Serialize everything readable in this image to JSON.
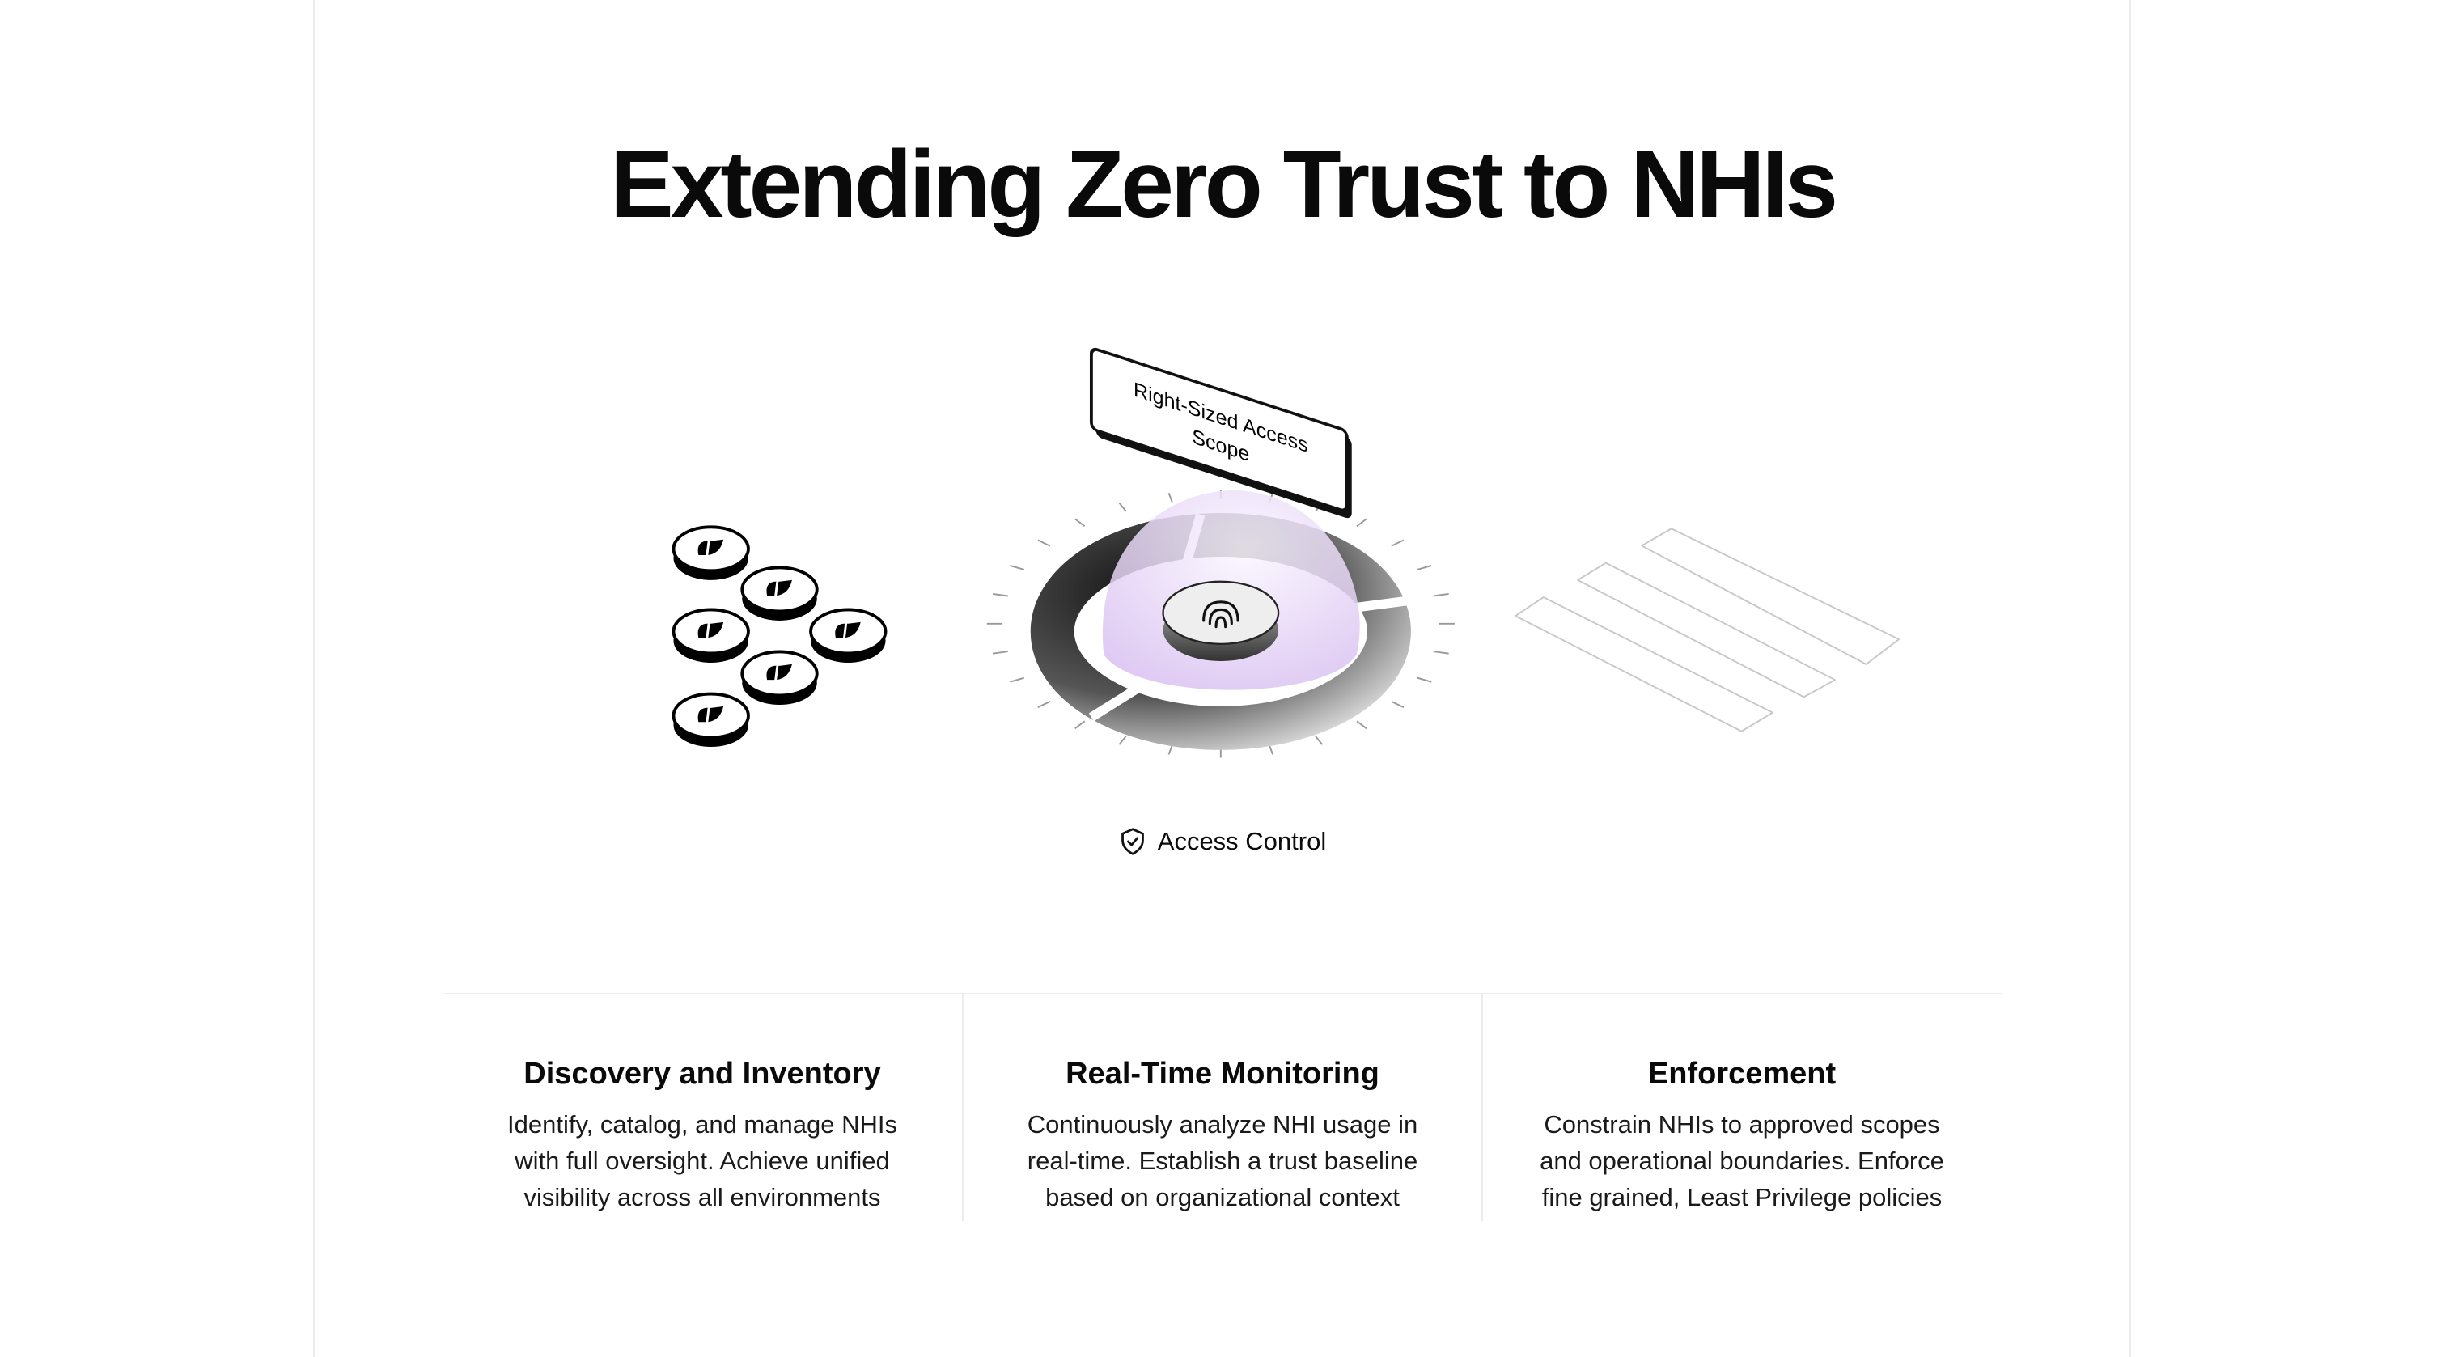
{
  "header": {
    "title": "Extending Zero Trust to NHIs"
  },
  "illustration": {
    "label_line1": "Right-Sized Access",
    "label_line2": "Scope",
    "badge_icon": "shield-check-icon",
    "badge_label": "Access Control",
    "accent_color": "#d9c2f0"
  },
  "features": [
    {
      "title": "Discovery and Inventory",
      "lines": [
        "Identify, catalog, and manage NHIs",
        "with full oversight. Achieve unified",
        "visibility across all environments"
      ]
    },
    {
      "title": "Real-Time Monitoring",
      "lines": [
        "Continuously analyze NHI usage in",
        "real-time. Establish a trust baseline",
        "based on organizational context"
      ]
    },
    {
      "title": "Enforcement",
      "lines": [
        "Constrain NHIs to approved scopes",
        "and operational boundaries. Enforce",
        "fine grained, Least Privilege policies"
      ]
    }
  ]
}
